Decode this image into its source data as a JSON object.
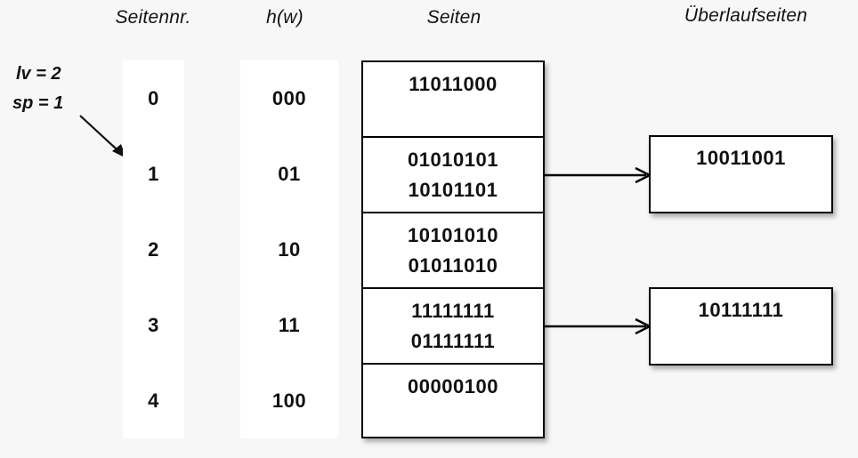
{
  "headers": {
    "seitennr": "Seitennr.",
    "hw": "h(w)",
    "seiten": "Seiten",
    "ueberlaufseiten": "Überlaufseiten"
  },
  "annotations": {
    "lv": "lv = 2",
    "sp": "sp = 1",
    "pointer_icon": "diagonal-arrow-down-right"
  },
  "colors": {
    "background": "#f7f7f7",
    "box_fill": "#ffffff",
    "stroke": "#000000",
    "text": "#111111"
  },
  "table": {
    "page_numbers": [
      "0",
      "1",
      "2",
      "3",
      "4"
    ],
    "hash_values": [
      "000",
      "01",
      "10",
      "11",
      "100"
    ],
    "pages": [
      {
        "lines": [
          "11011000"
        ]
      },
      {
        "lines": [
          "01010101",
          "10101101"
        ]
      },
      {
        "lines": [
          "10101010",
          "01011010"
        ]
      },
      {
        "lines": [
          "11111111",
          "01111111"
        ]
      },
      {
        "lines": [
          "00000100"
        ]
      }
    ]
  },
  "overflow_pages": [
    {
      "from_page": "1",
      "value": "10011001"
    },
    {
      "from_page": "3",
      "value": "10111111"
    }
  ]
}
